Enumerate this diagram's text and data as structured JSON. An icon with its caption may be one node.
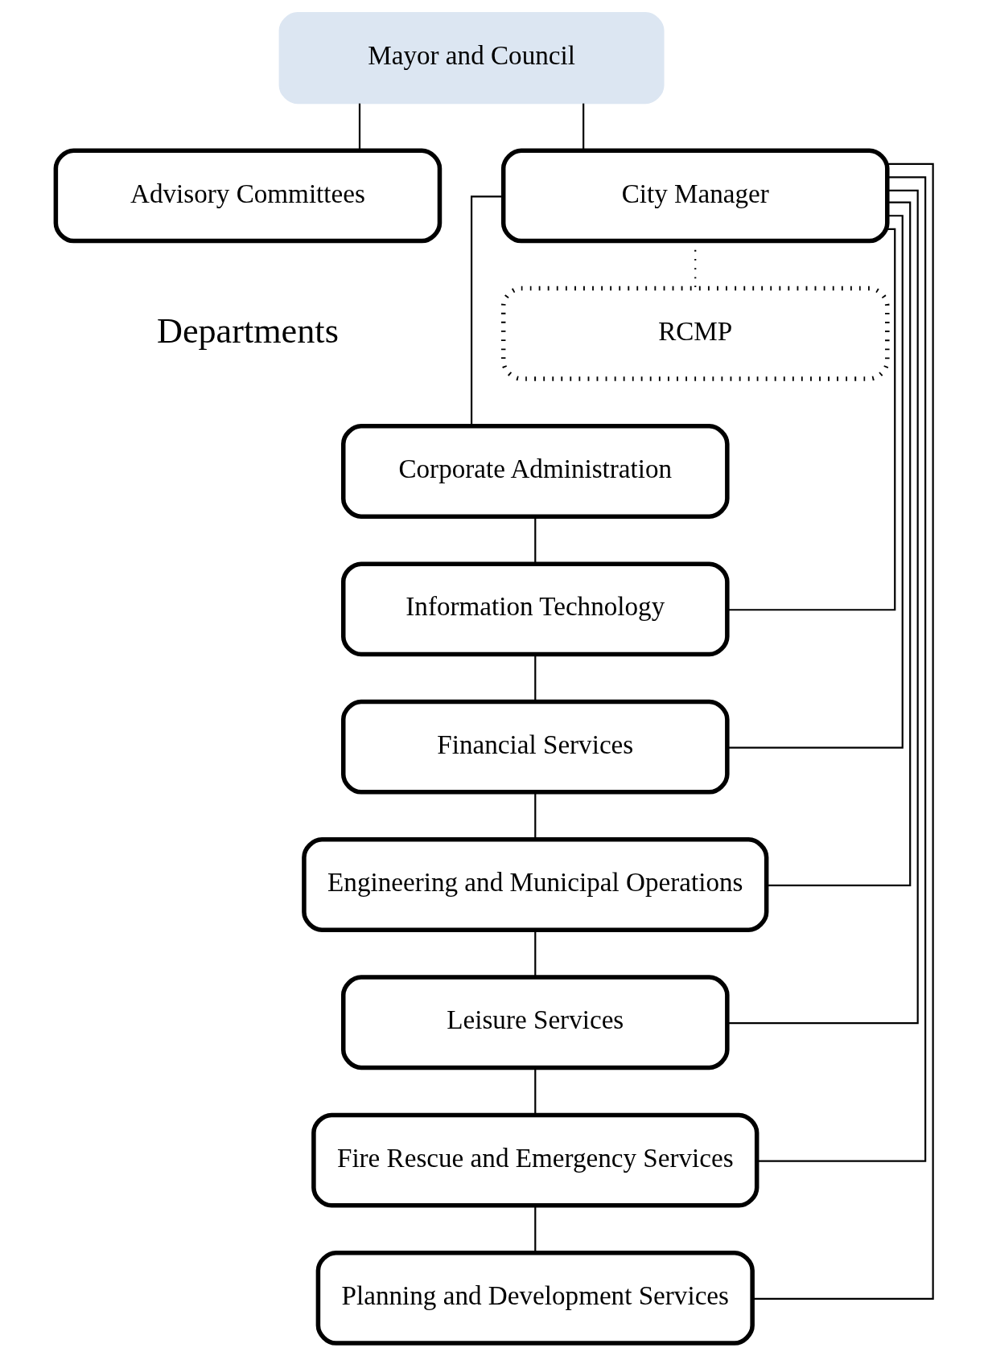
{
  "diagram": {
    "nodes": [
      {
        "text": [
          "Mayor and Council"
        ]
      },
      {
        "text": [
          "Advisory Committees"
        ]
      },
      {
        "text": [
          "City Manager"
        ]
      },
      {
        "text": [
          "RCMP"
        ]
      },
      {
        "text": [
          "Corporate Administration"
        ]
      },
      {
        "text": [
          "Information Technology"
        ]
      },
      {
        "text": [
          "Financial Services"
        ]
      },
      {
        "text": [
          "Engineering and Municipal Operations"
        ]
      },
      {
        "text": [
          "Leisure Services"
        ]
      },
      {
        "text": [
          "Fire Rescue and Emergency Services"
        ]
      },
      {
        "text": [
          "Planning and Development Services"
        ]
      }
    ],
    "edges": [
      {
        "from": 0,
        "to": 1,
        "arrow": "none"
      },
      {
        "from": 0,
        "to": 2,
        "arrow": "none"
      },
      {
        "from": 2,
        "to": 3,
        "arrow": "none",
        "style": "dashed"
      },
      {
        "from": 2,
        "to": 4,
        "arrow": "none"
      },
      {
        "from": 2,
        "to": 5,
        "arrow": "none"
      },
      {
        "from": 2,
        "to": 6,
        "arrow": "none"
      },
      {
        "from": 2,
        "to": 7,
        "arrow": "none"
      },
      {
        "from": 2,
        "to": 8,
        "arrow": "none"
      },
      {
        "from": 2,
        "to": 9,
        "arrow": "none"
      },
      {
        "from": 2,
        "to": 10,
        "arrow": "none"
      },
      {
        "from": 4,
        "to": 5,
        "arrow": "none"
      },
      {
        "from": 5,
        "to": 6,
        "arrow": "none"
      },
      {
        "from": 6,
        "to": 7,
        "arrow": "none"
      },
      {
        "from": 7,
        "to": 8,
        "arrow": "none"
      },
      {
        "from": 8,
        "to": 9,
        "arrow": "none"
      },
      {
        "from": 9,
        "to": 10,
        "arrow": "none"
      }
    ],
    "labels": [
      "Departments"
    ]
  }
}
